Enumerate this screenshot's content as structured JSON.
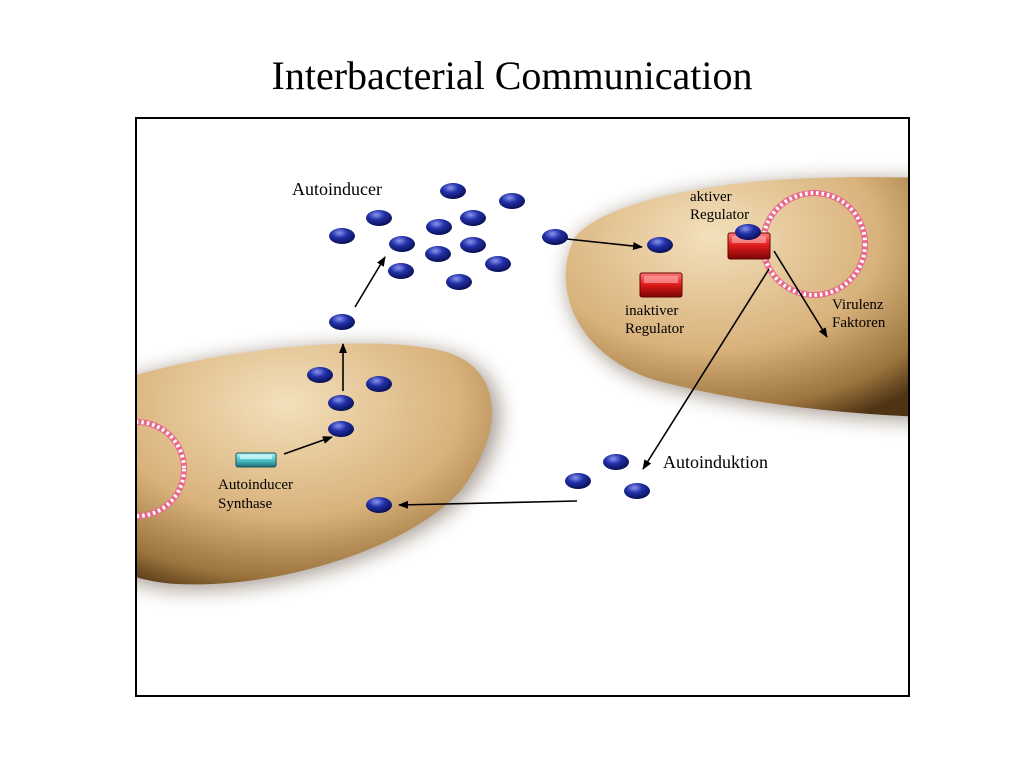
{
  "title": "Interbacterial Communication",
  "labels": {
    "autoinducer": "Autoinducer",
    "aktiver_line1": "aktiver",
    "aktiver_line2": "Regulator",
    "inaktiver_line1": "inaktiver",
    "inaktiver_line2": "Regulator",
    "virulenz_line1": "Virulenz",
    "virulenz_line2": "Faktoren",
    "autoinduktion": "Autoinduktion",
    "synthase_line1": "Autoinducer",
    "synthase_line2": "Synthase"
  },
  "colors": {
    "cell_light": "#f1dcb4",
    "cell_mid": "#d8b07a",
    "cell_dark": "#6b4a23",
    "molecule": "#1f2a9c",
    "regulator": "#d81818",
    "synthase": "#5fd0d8",
    "plasmid": "#e06080",
    "arrow": "#000000"
  }
}
